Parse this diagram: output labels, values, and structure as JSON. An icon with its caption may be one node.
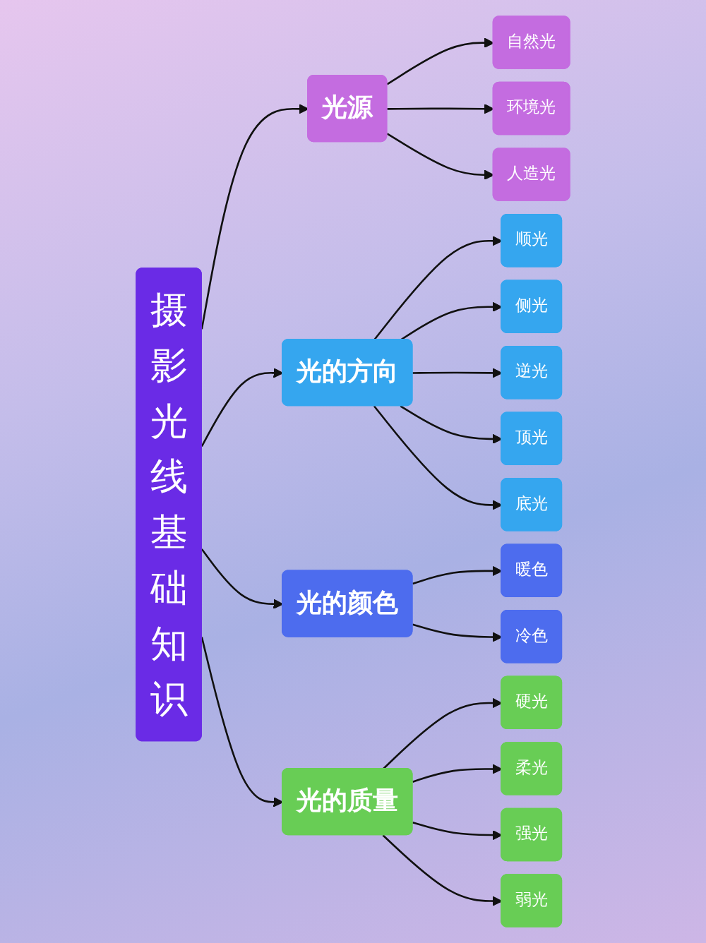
{
  "diagram": {
    "nodes": [
      {
        "text": [
          "摄影光线基础知识"
        ]
      },
      {
        "text": [
          "光源"
        ]
      },
      {
        "text": [
          "自然光"
        ]
      },
      {
        "text": [
          "环境光"
        ]
      },
      {
        "text": [
          "人造光"
        ]
      },
      {
        "text": [
          "光的方向"
        ]
      },
      {
        "text": [
          "顺光"
        ]
      },
      {
        "text": [
          "侧光"
        ]
      },
      {
        "text": [
          "逆光"
        ]
      },
      {
        "text": [
          "顶光"
        ]
      },
      {
        "text": [
          "底光"
        ]
      },
      {
        "text": [
          "光的颜色"
        ]
      },
      {
        "text": [
          "暖色"
        ]
      },
      {
        "text": [
          "冷色"
        ]
      },
      {
        "text": [
          "光的质量"
        ]
      },
      {
        "text": [
          "硬光"
        ]
      },
      {
        "text": [
          "柔光"
        ]
      },
      {
        "text": [
          "强光"
        ]
      },
      {
        "text": [
          "弱光"
        ]
      }
    ],
    "edges": [
      {
        "from": 0,
        "to": 1,
        "arrow": "to"
      },
      {
        "from": 0,
        "to": 5,
        "arrow": "to"
      },
      {
        "from": 0,
        "to": 11,
        "arrow": "to"
      },
      {
        "from": 0,
        "to": 14,
        "arrow": "to"
      },
      {
        "from": 1,
        "to": 2,
        "arrow": "to"
      },
      {
        "from": 1,
        "to": 3,
        "arrow": "to"
      },
      {
        "from": 1,
        "to": 4,
        "arrow": "to"
      },
      {
        "from": 5,
        "to": 6,
        "arrow": "to"
      },
      {
        "from": 5,
        "to": 7,
        "arrow": "to"
      },
      {
        "from": 5,
        "to": 8,
        "arrow": "to"
      },
      {
        "from": 5,
        "to": 9,
        "arrow": "to"
      },
      {
        "from": 5,
        "to": 10,
        "arrow": "to"
      },
      {
        "from": 11,
        "to": 12,
        "arrow": "to"
      },
      {
        "from": 11,
        "to": 13,
        "arrow": "to"
      },
      {
        "from": 14,
        "to": 15,
        "arrow": "to"
      },
      {
        "from": 14,
        "to": 16,
        "arrow": "to"
      },
      {
        "from": 14,
        "to": 17,
        "arrow": "to"
      },
      {
        "from": 14,
        "to": 18,
        "arrow": "to"
      }
    ]
  }
}
